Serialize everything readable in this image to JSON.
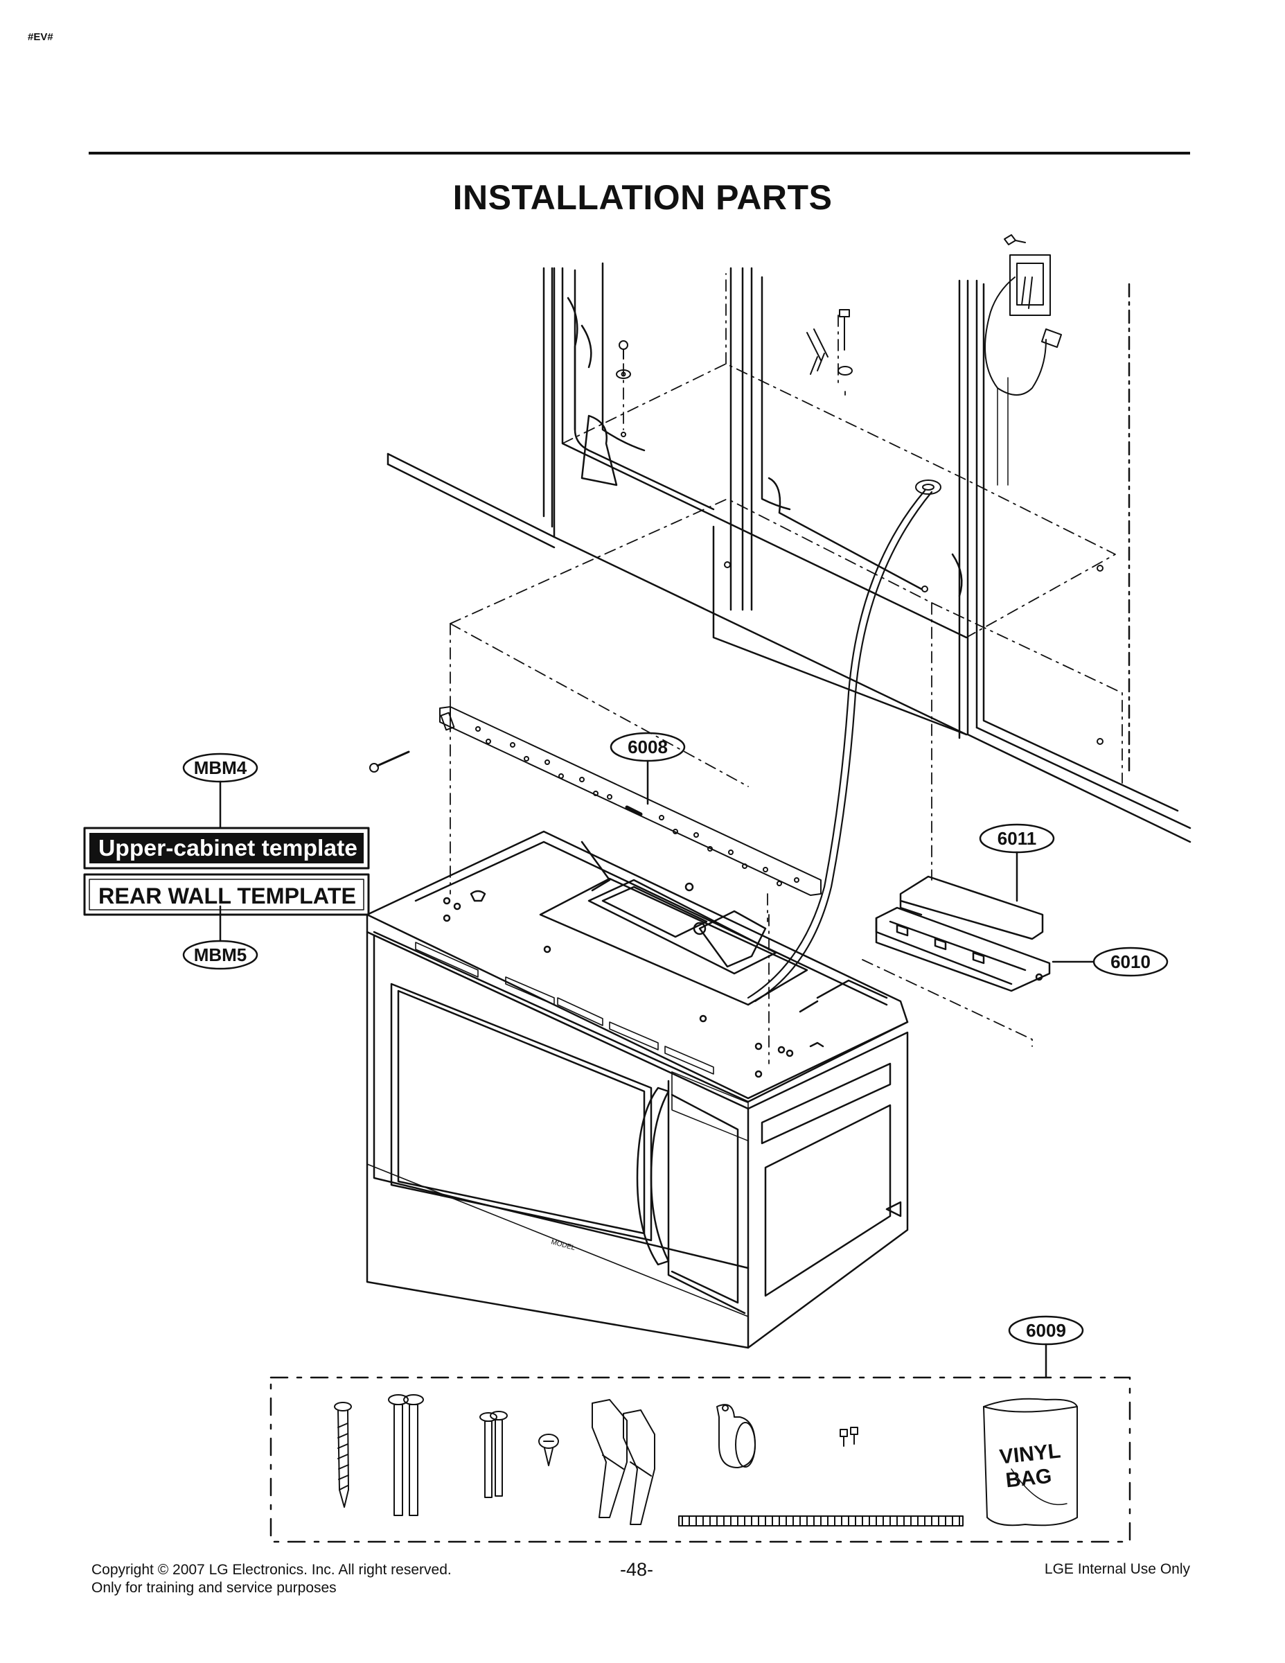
{
  "header": {
    "tag": "#EV#",
    "title": "INSTALLATION PARTS"
  },
  "callouts": {
    "p6008": "6008",
    "p6011": "6011",
    "p6010": "6010",
    "p6009": "6009",
    "mbm4": "MBM4",
    "mbm5": "MBM5"
  },
  "templates": {
    "upper_cabinet": "Upper-cabinet template",
    "rear_wall": "REAR WALL TEMPLATE"
  },
  "kit": {
    "vinyl_bag_line1": "VINYL",
    "vinyl_bag_line2": "BAG"
  },
  "footer": {
    "copyright_line1": "Copyright © 2007 LG Electronics. Inc. All right reserved.",
    "copyright_line2": "Only for training and service purposes",
    "page_number": "-48-",
    "internal": "LGE Internal Use Only"
  }
}
